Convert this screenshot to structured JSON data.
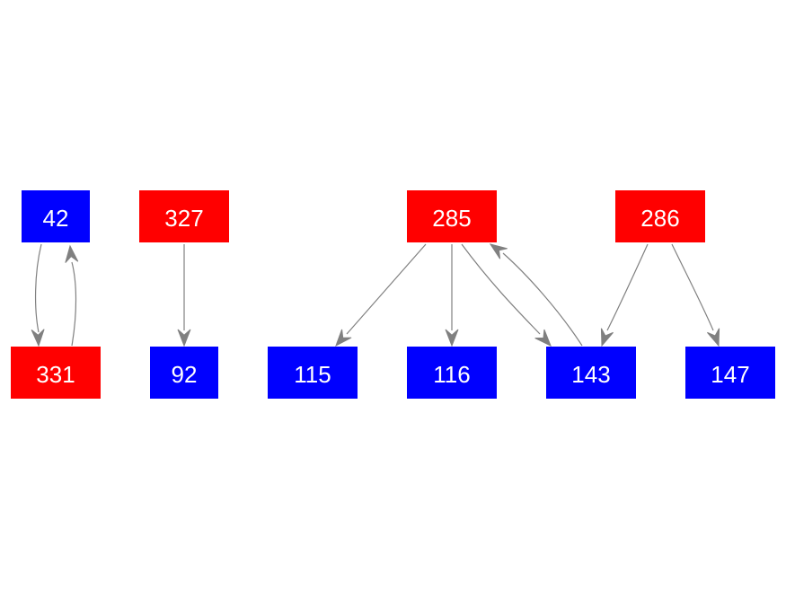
{
  "diagram": {
    "colors": {
      "red": "#ff0000",
      "blue": "#0000ff",
      "edge": "#808080",
      "label": "#ffffff"
    },
    "nodes": [
      {
        "id": "n42",
        "label": "42",
        "color": "blue"
      },
      {
        "id": "n331",
        "label": "331",
        "color": "red"
      },
      {
        "id": "n327",
        "label": "327",
        "color": "red"
      },
      {
        "id": "n92",
        "label": "92",
        "color": "blue"
      },
      {
        "id": "n285",
        "label": "285",
        "color": "red"
      },
      {
        "id": "n286",
        "label": "286",
        "color": "red"
      },
      {
        "id": "n115",
        "label": "115",
        "color": "blue"
      },
      {
        "id": "n116",
        "label": "116",
        "color": "blue"
      },
      {
        "id": "n143",
        "label": "143",
        "color": "blue"
      },
      {
        "id": "n147",
        "label": "147",
        "color": "blue"
      }
    ],
    "edges": [
      {
        "from": "n42",
        "to": "n331"
      },
      {
        "from": "n331",
        "to": "n42"
      },
      {
        "from": "n327",
        "to": "n92"
      },
      {
        "from": "n285",
        "to": "n115"
      },
      {
        "from": "n285",
        "to": "n116"
      },
      {
        "from": "n285",
        "to": "n143"
      },
      {
        "from": "n143",
        "to": "n285"
      },
      {
        "from": "n286",
        "to": "n143"
      },
      {
        "from": "n286",
        "to": "n147"
      }
    ]
  }
}
